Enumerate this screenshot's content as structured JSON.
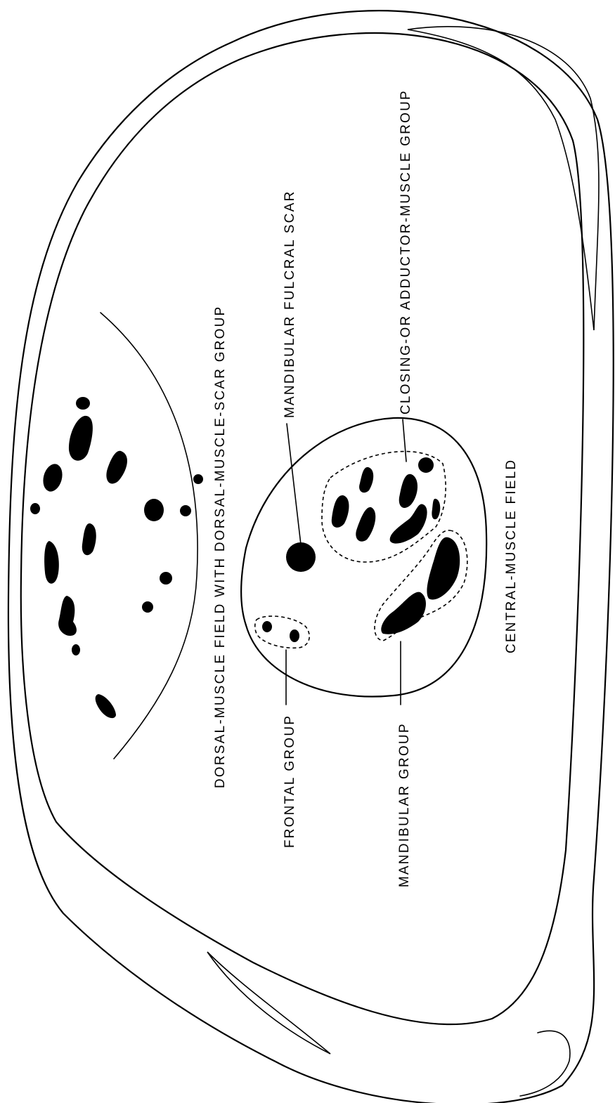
{
  "labels": {
    "dorsal_field": "DORSAL-MUSCLE FIELD WITH DORSAL-MUSCLE-SCAR GROUP",
    "fulcral_scar": "MANDIBULAR FULCRAL SCAR",
    "adductor_group": "CLOSING-OR ADDUCTOR-MUSCLE GROUP",
    "frontal_group": "FRONTAL GROUP",
    "mandibular_group": "MANDIBULAR GROUP",
    "central_field": "CENTRAL-MUSCLE FIELD"
  },
  "colors": {
    "ink": "#000000",
    "background": "#ffffff"
  }
}
